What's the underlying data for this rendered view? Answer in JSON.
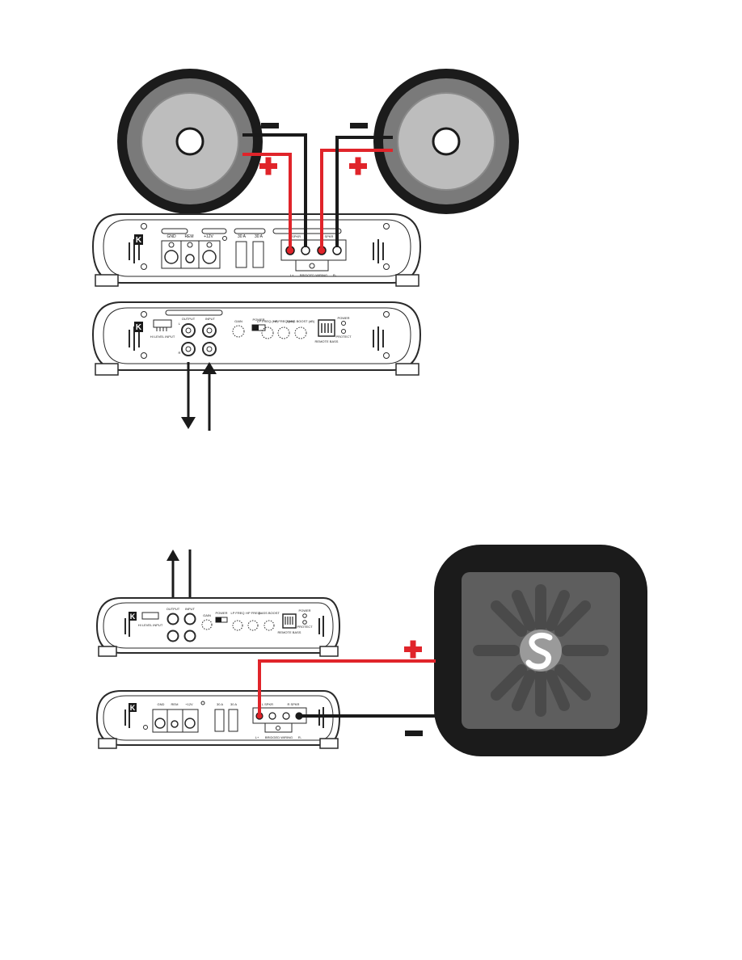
{
  "colors": {
    "positive_wire": "#e0242a",
    "negative_wire": "#1a1a1a",
    "amp_outline": "#2a2a2a",
    "speaker_cone": "#bdbdbd",
    "speaker_surround": "#7a7a7a",
    "subwoofer_face": "#5e5e5e",
    "subwoofer_frame": "#1b1b1b"
  },
  "symbols": {
    "plus": "+",
    "minus": "−"
  },
  "top_amp": {
    "power_panel": {
      "terminals": [
        "GND",
        "REM",
        "+12V"
      ],
      "fuses": [
        "30 A",
        "30 A"
      ],
      "speaker_header": [
        "L SPKR",
        "R SPKR"
      ],
      "bridged_label": "BRIDGED WIRING",
      "left_polarity": "L+",
      "right_polarity": "R-"
    },
    "signal_panel": {
      "hi_level_input": "HI LEVEL INPUT",
      "output_label": "OUTPUT",
      "input_label": "INPUT",
      "gain_label": "GAIN",
      "power_label": "POWER",
      "lp_freq_label": "LP FREQ (Hz)",
      "hp_freq_label": "HP FREQ (Hz)",
      "bass_boost_label": "BASS BOOST (dB)",
      "remote_label": "REMOTE BASS",
      "power_led": "POWER",
      "protect_led": "PROTECT",
      "rca_l": "L",
      "rca_r": "R"
    }
  },
  "bottom_amp": {
    "power_panel": {
      "terminals": [
        "GND",
        "REM",
        "+12V"
      ],
      "fuses": [
        "30 A",
        "30 A"
      ],
      "speaker_header": [
        "L SPKR",
        "R SPKR"
      ],
      "bridged_label": "BRIDGED WIRING",
      "left_polarity": "L+",
      "right_polarity": "R-"
    },
    "signal_panel": {
      "hi_level_input": "HI LEVEL INPUT",
      "output_label": "OUTPUT",
      "input_label": "INPUT",
      "gain_label": "GAIN",
      "power_label": "POWER",
      "lp_freq_label": "LP FREQ",
      "hp_freq_label": "HP FREQ",
      "bass_boost_label": "BASS BOOST",
      "remote_label": "REMOTE BASS",
      "power_led": "POWER",
      "protect_led": "PROTECT"
    }
  },
  "brand_mark": "K"
}
